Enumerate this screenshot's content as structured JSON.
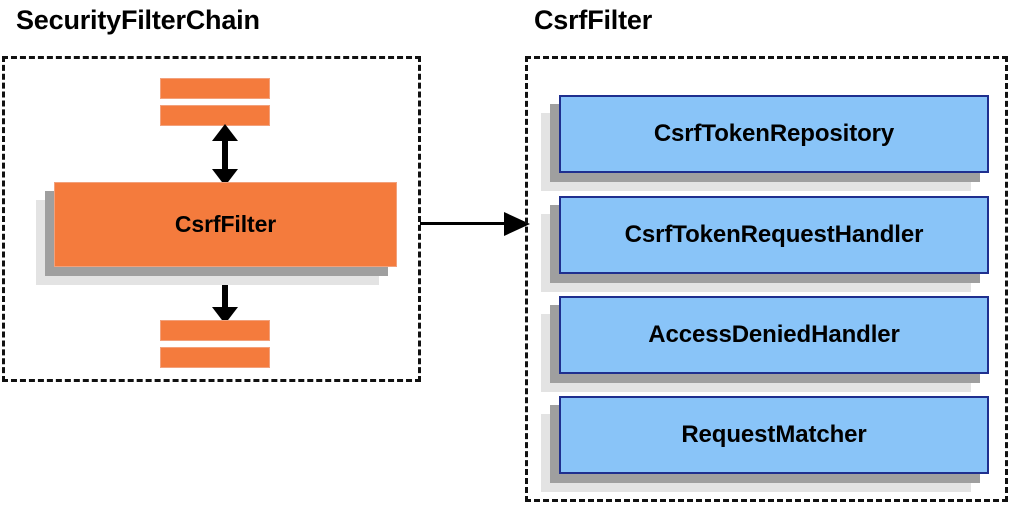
{
  "diagram": {
    "type": "component-relationship-diagram",
    "background_color": "#ffffff",
    "panels": [
      {
        "id": "security-filter-chain",
        "title": "SecurityFilterChain",
        "border_style": "dashed",
        "border_color": "#111111",
        "items": [
          {
            "kind": "truncated-bar",
            "label": "",
            "fill": "#f47b3d"
          },
          {
            "kind": "truncated-bar",
            "label": "",
            "fill": "#f47b3d"
          },
          {
            "kind": "card",
            "label": "CsrfFilter",
            "fill": "#f47b3d",
            "text_color": "#000000"
          },
          {
            "kind": "truncated-bar",
            "label": "",
            "fill": "#f47b3d"
          },
          {
            "kind": "truncated-bar",
            "label": "",
            "fill": "#f47b3d"
          }
        ]
      },
      {
        "id": "csrf-filter",
        "title": "CsrfFilter",
        "border_style": "dashed",
        "border_color": "#111111",
        "items": [
          {
            "kind": "card",
            "label": "CsrfTokenRepository",
            "fill": "#89c4f8",
            "border": "#1f2f8f",
            "text_color": "#000000"
          },
          {
            "kind": "card",
            "label": "CsrfTokenRequestHandler",
            "fill": "#89c4f8",
            "border": "#1f2f8f",
            "text_color": "#000000"
          },
          {
            "kind": "card",
            "label": "AccessDeniedHandler",
            "fill": "#89c4f8",
            "border": "#1f2f8f",
            "text_color": "#000000"
          },
          {
            "kind": "card",
            "label": "RequestMatcher",
            "fill": "#89c4f8",
            "border": "#1f2f8f",
            "text_color": "#000000"
          }
        ]
      }
    ],
    "connectors": [
      {
        "id": "filter-up",
        "style": "double-headed-vertical-arrow",
        "color": "#000000",
        "from": "truncated-bar-above",
        "to": "CsrfFilter"
      },
      {
        "id": "filter-down",
        "style": "double-headed-vertical-arrow",
        "color": "#000000",
        "from": "CsrfFilter",
        "to": "truncated-bar-below"
      },
      {
        "id": "chain-to-detail",
        "style": "single-headed-horizontal-arrow",
        "color": "#000000",
        "from": "SecurityFilterChain",
        "to": "CsrfFilter"
      }
    ],
    "palette": {
      "orange_fill": "#f47b3d",
      "orange_border": "#f2a17c",
      "blue_fill": "#89c4f8",
      "blue_border": "#1f2f8f",
      "shadow_near": "#9f9f9f",
      "shadow_far": "#e3e3e3",
      "text": "#000000"
    }
  }
}
